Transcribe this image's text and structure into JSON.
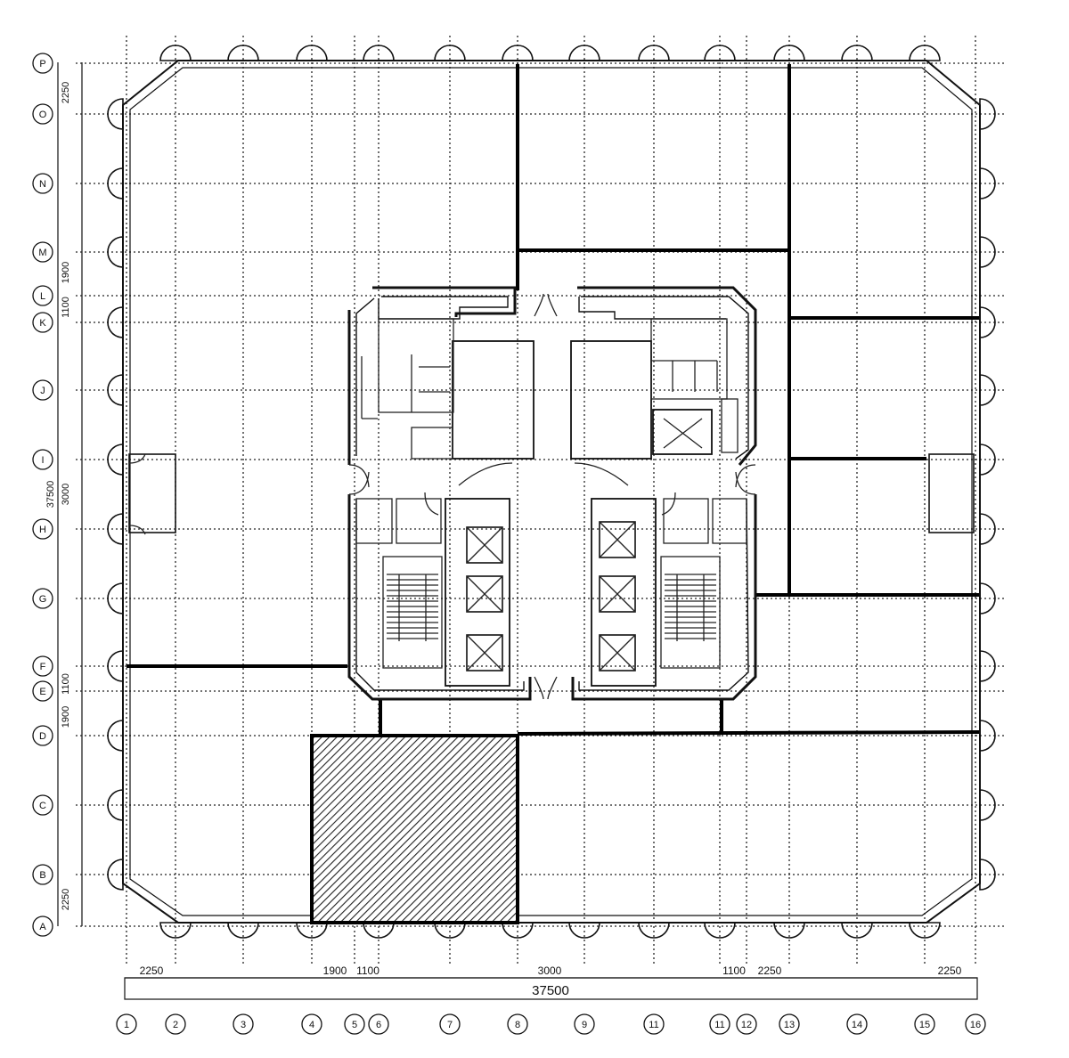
{
  "plan": {
    "row_labels": [
      "P",
      "O",
      "N",
      "M",
      "L",
      "K",
      "J",
      "I",
      "H",
      "G",
      "F",
      "E",
      "D",
      "C",
      "B",
      "A"
    ],
    "col_labels": [
      "1",
      "2",
      "3",
      "4",
      "5",
      "6",
      "7",
      "8",
      "9",
      "11",
      "11",
      "12",
      "13",
      "14",
      "15",
      "16"
    ],
    "bottom_dims": [
      "2250",
      "1900",
      "1100",
      "3000",
      "1100",
      "2250",
      "2250"
    ],
    "bottom_total": "37500",
    "left_dims": [
      "2250",
      "1900",
      "1100",
      "3000",
      "1100",
      "1900",
      "2250"
    ],
    "left_total": "37500"
  }
}
